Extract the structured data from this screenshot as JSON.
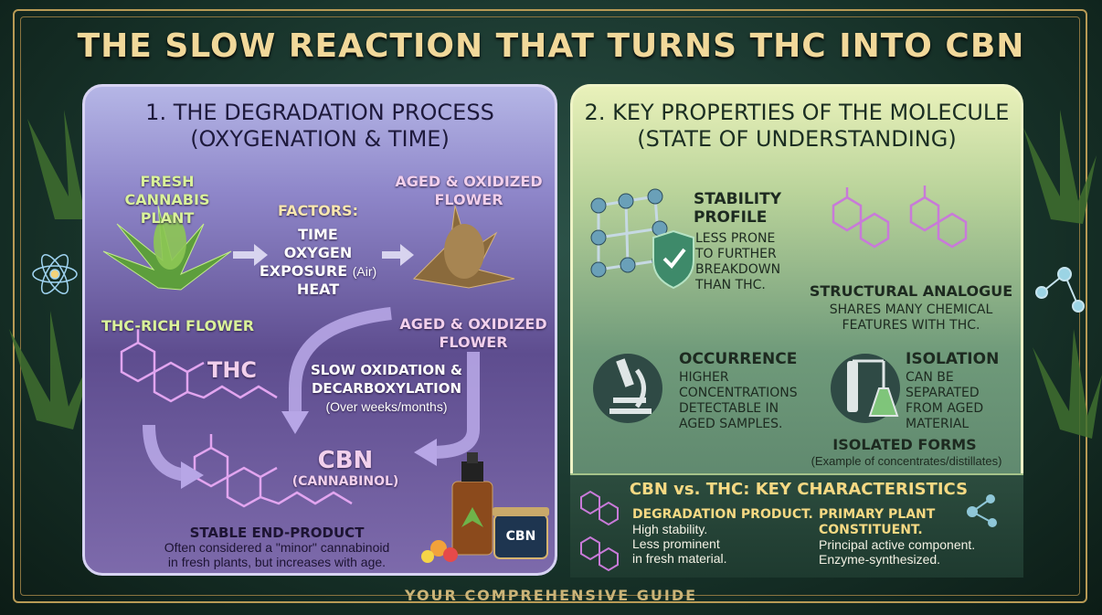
{
  "title": "THE SLOW REACTION THAT TURNS THC INTO CBN",
  "left": {
    "heading1": "1. THE DEGRADATION PROCESS",
    "heading2": "(OXYGENATION & TIME)",
    "fresh": "FRESH CANNABIS PLANT",
    "factors_title": "FACTORS:",
    "factors": [
      "TIME",
      "OXYGEN",
      "EXPOSURE",
      "(Air)",
      "HEAT"
    ],
    "aged_top": "AGED & OXIDIZED FLOWER",
    "thc_rich": "THC-RICH FLOWER",
    "aged_mid": "AGED & OXIDIZED FLOWER",
    "thc": "THC",
    "oxidation": "SLOW OXIDATION & DECARBOXYLATION",
    "oxidation_sub": "(Over weeks/months)",
    "cbn": "CBN",
    "cbn_sub": "(CANNABINOL)",
    "stable": "STABLE END-PRODUCT",
    "stable_desc1": "Often considered a \"minor\" cannabinoid",
    "stable_desc2": "in fresh plants, but increases with age.",
    "jar_label": "CBN"
  },
  "right": {
    "heading1": "2. KEY PROPERTIES OF THE MOLECULE",
    "heading2": "(STATE OF UNDERSTANDING)",
    "stability_title": "STABILITY PROFILE",
    "stability_desc": "LESS PRONE TO FURTHER BREAKDOWN THAN THC.",
    "analogue_title": "STRUCTURAL ANALOGUE",
    "analogue_desc": "SHARES MANY CHEMICAL FEATURES WITH THC.",
    "occurrence_title": "OCCURRENCE",
    "occurrence_desc": "HIGHER CONCENTRATIONS DETECTABLE IN AGED SAMPLES.",
    "isolation_title": "ISOLATION",
    "isolation_desc": "CAN BE SEPARATED FROM AGED MATERIAL",
    "forms_title": "ISOLATED FORMS",
    "forms_desc": "(Example of concentrates/distillates)",
    "compare_title": "CBN vs. THC: KEY CHARACTERISTICS",
    "cbn_head": "DEGRADATION PRODUCT.",
    "cbn_points": [
      "High stability.",
      "Less prominent",
      "in fresh material."
    ],
    "thc_head": "PRIMARY PLANT CONSTITUENT.",
    "thc_points": [
      "Principal active component.",
      "Enzyme-synthesized."
    ]
  },
  "footer": "YOUR COMPREHENSIVE GUIDE",
  "colors": {
    "gold": "#f1d89a",
    "violet": "#8e86c9",
    "sage": "#b9d39a",
    "purple_line": "#d89ce6",
    "green_icon": "#5fb35a"
  }
}
